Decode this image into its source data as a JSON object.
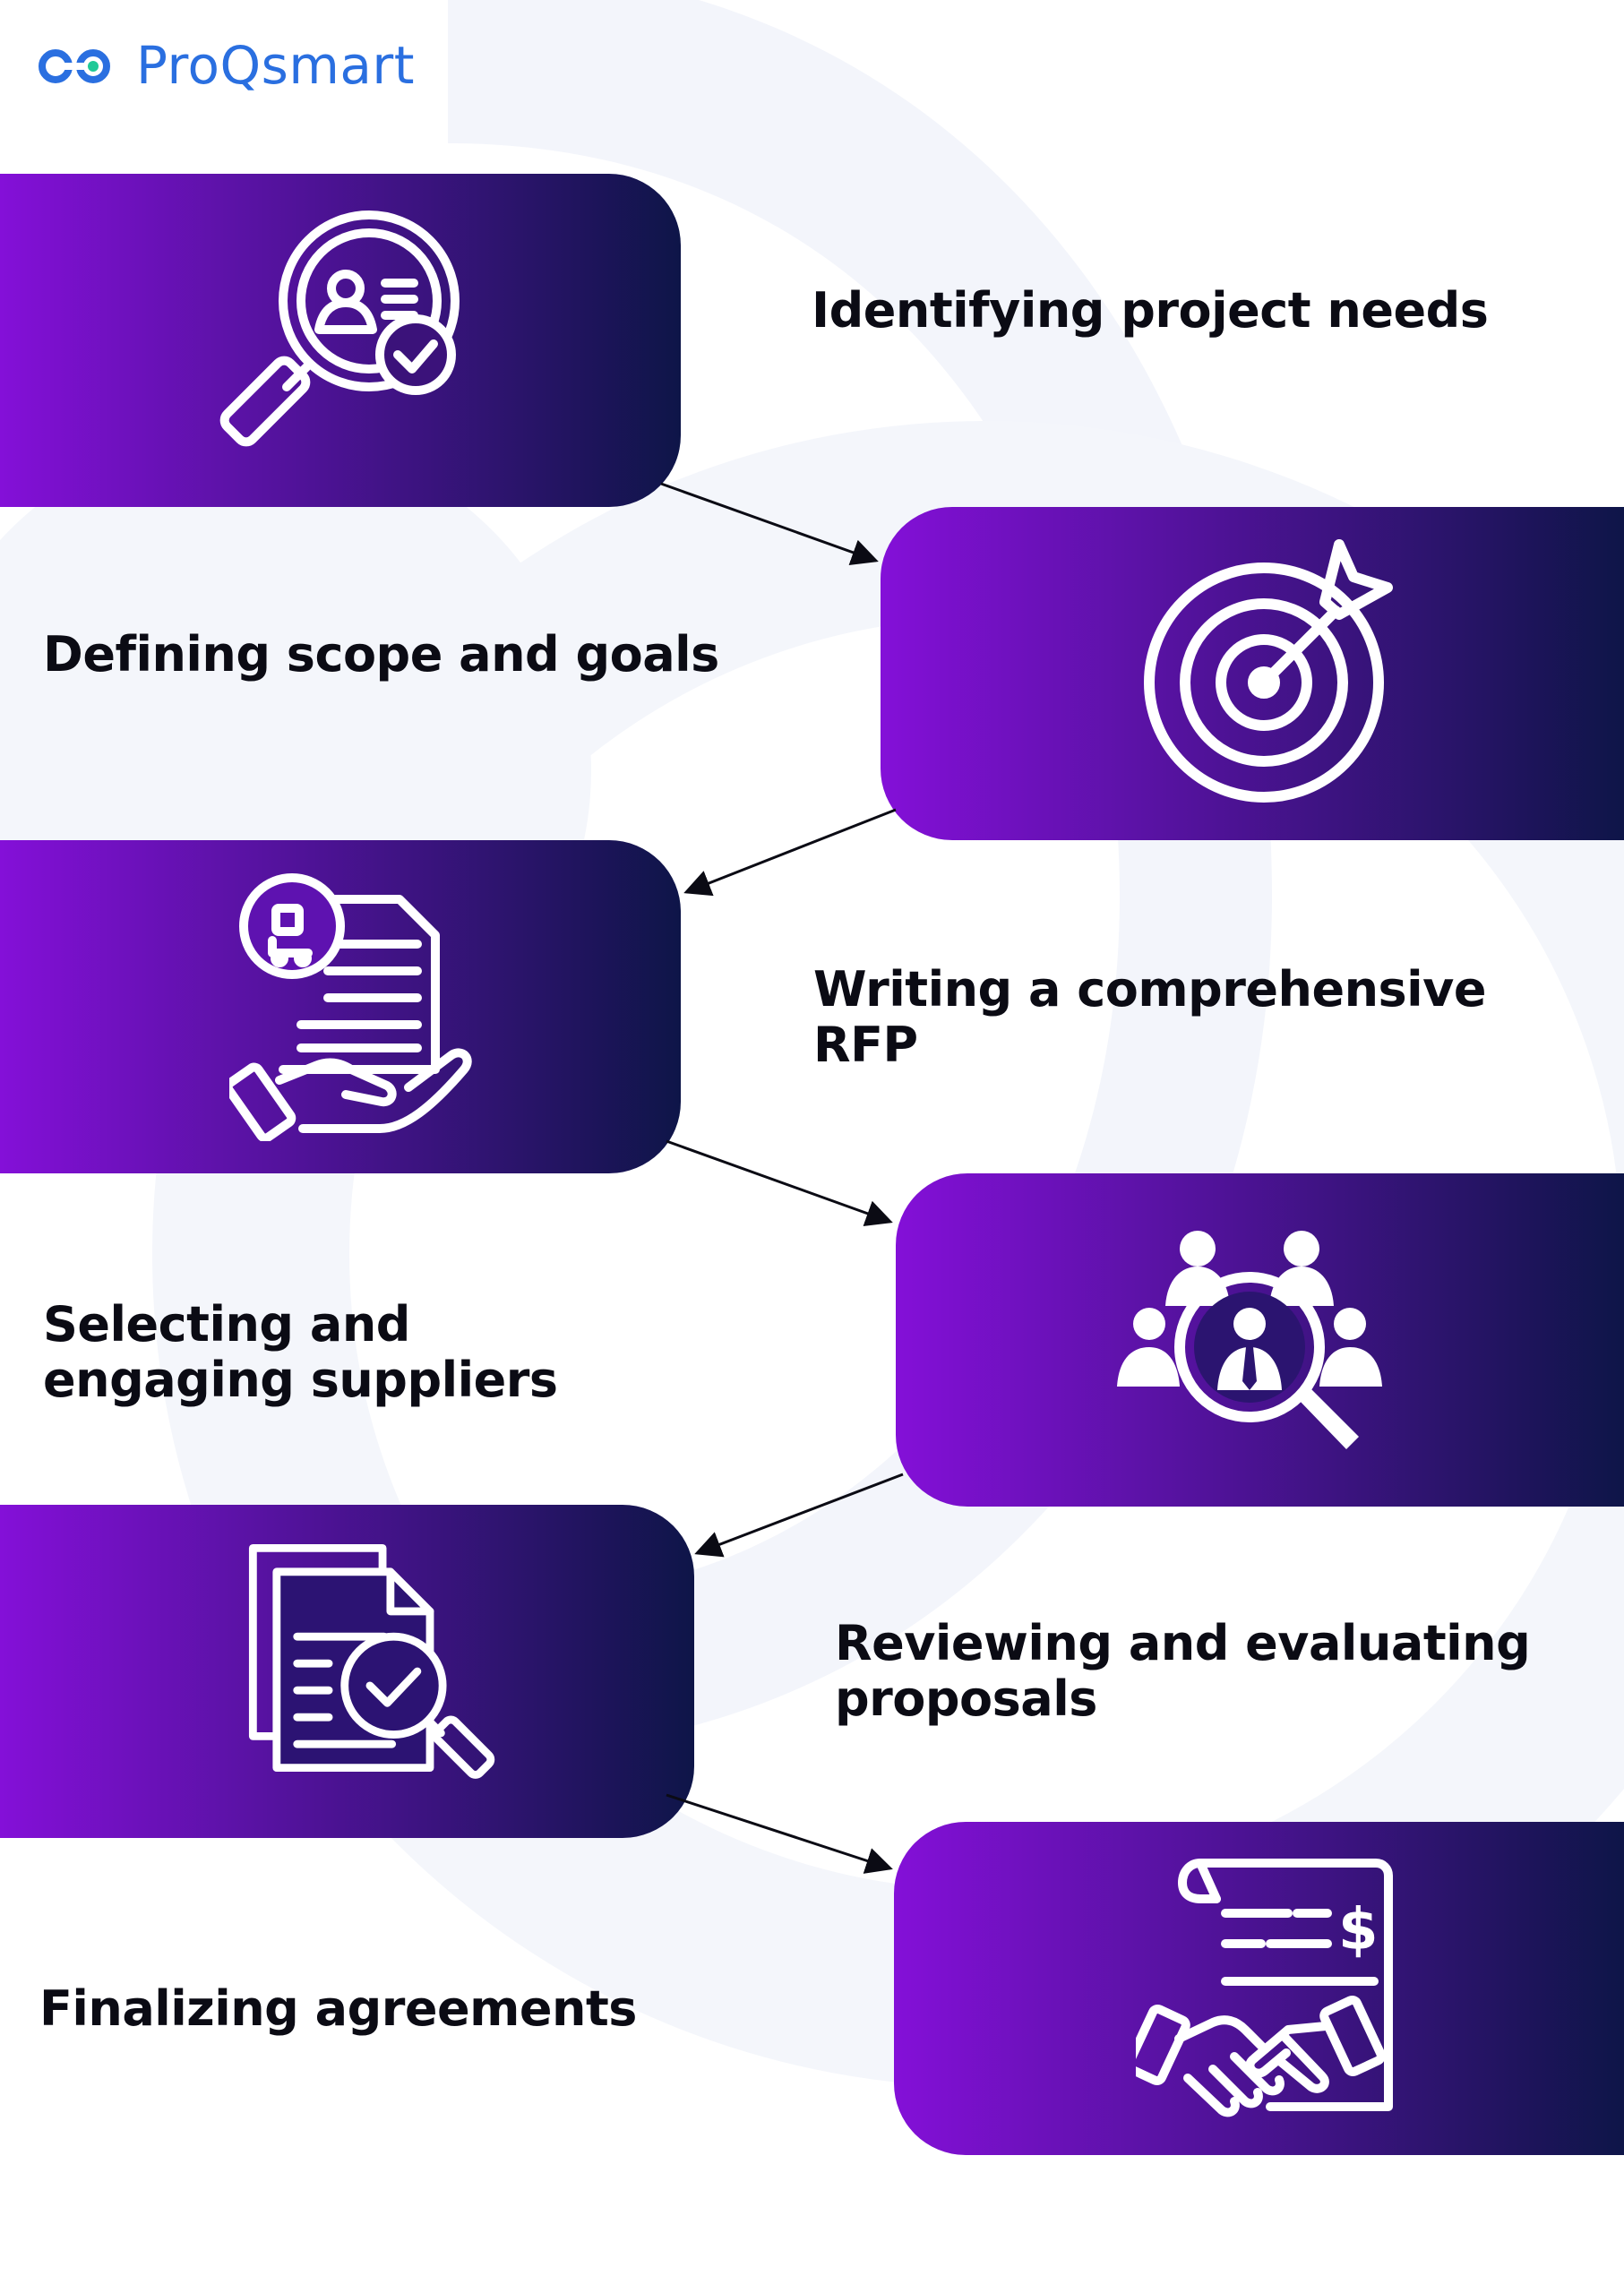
{
  "brand": {
    "name": "ProQsmart",
    "color": "#2a6fe0"
  },
  "colors": {
    "card_start": "#8410d8",
    "card_end": "#0e1548",
    "text": "#0b0b14",
    "arc": "#f1f3fb"
  },
  "steps": [
    {
      "label": "Identifying project needs",
      "icon": "search-profile-check-icon"
    },
    {
      "label": "Defining scope and goals",
      "icon": "target-arrow-icon"
    },
    {
      "label": "Writing a comprehensive RFP",
      "icon": "document-hand-icon"
    },
    {
      "label": "Selecting and engaging suppliers",
      "icon": "people-search-icon"
    },
    {
      "label": "Reviewing and evaluating proposals",
      "icon": "document-check-search-icon"
    },
    {
      "label": "Finalizing agreements",
      "icon": "contract-handshake-icon"
    }
  ]
}
